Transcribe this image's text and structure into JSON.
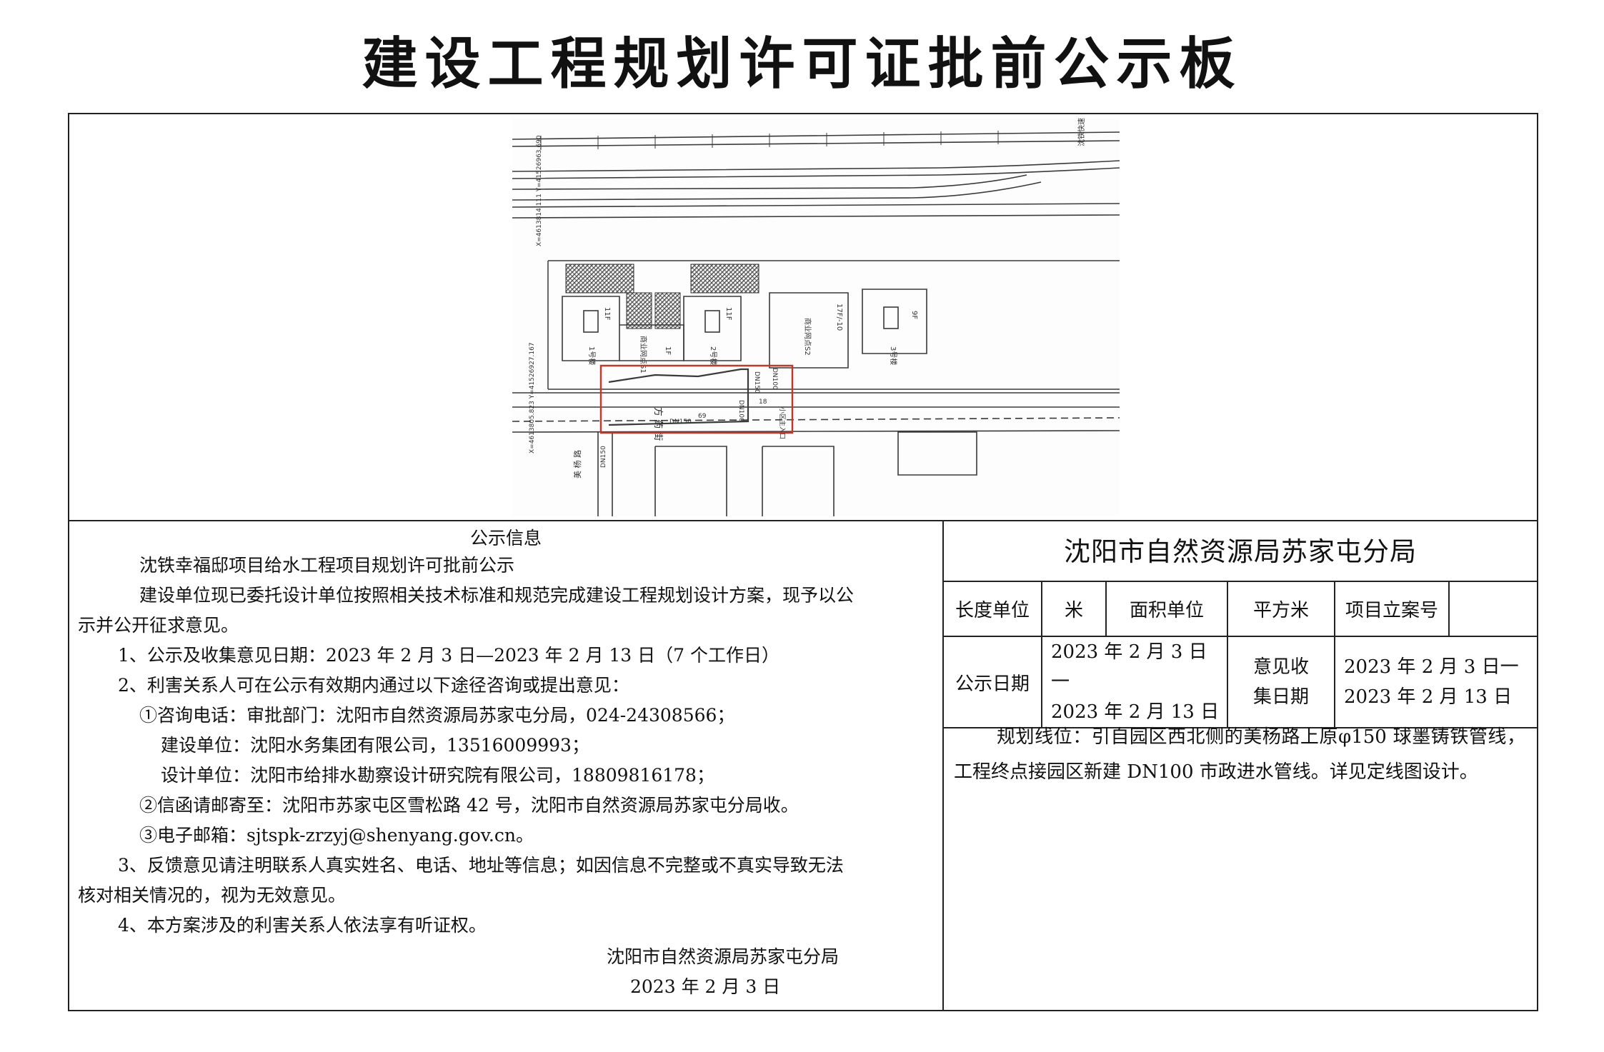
{
  "title": "建设工程规划许可证批前公示板",
  "map": {
    "labels": {
      "road_left": "美 杨 路",
      "road_center": "方 药 街",
      "bldg_1": "1号楼",
      "bldg_2": "2号楼",
      "bldg_3": "3号楼",
      "shop_1": "商业网点S1",
      "shop_2": "商业网点S2",
      "floors_11f_a": "11F",
      "floors_11f_b": "11F",
      "floors_1f": "1F",
      "floors_17f": "17F/-10",
      "floors_9f": "9F",
      "pipe_dn100": "DN100",
      "pipe_dn150_a": "DN150",
      "pipe_dn150_b": "DN150",
      "pipe_dn100_b": "DN100",
      "pipe_dn150_c": "DN150",
      "len_18": "18",
      "len_69": "69",
      "xy_top": "X=4613814.111  Y=41526963.690",
      "xy_bottom": "X=4613805.823  Y=41526927.167",
      "elev_label": "小区主入口",
      "rail_label": "沈铁快速客运专线"
    },
    "colors": {
      "highlight": "#c0392b",
      "line": "#3a3a3a",
      "hatch": "#555555"
    }
  },
  "notice": {
    "heading": "公示信息",
    "project": "沈铁幸福邸项目给水工程项目规划许可批前公示",
    "para1_line1": "建设单位现已委托设计单位按照相关技术标准和规范完成建设工程规划设计方案，现予以公",
    "para1_line2": "示并公开征求意见。",
    "item1": "1、公示及收集意见日期：2023 年 2 月 3 日—2023 年 2 月 13 日（7 个工作日）",
    "item2": "2、利害关系人可在公示有效期内通过以下途径咨询或提出意见：",
    "item2_1": "①咨询电话：审批部门：沈阳市自然资源局苏家屯分局，024-24308566；",
    "item2_1b": "建设单位：沈阳水务集团有限公司，13516009993；",
    "item2_1c": "设计单位：沈阳市给排水勘察设计研究院有限公司，18809816178；",
    "item2_2": "②信函请邮寄至：沈阳市苏家屯区雪松路 42 号，沈阳市自然资源局苏家屯分局收。",
    "item2_3": "③电子邮箱：sjtspk-zrzyj@shenyang.gov.cn。",
    "item3_line1": "3、反馈意见请注明联系人真实姓名、电话、地址等信息；如因信息不完整或不真实导致无法",
    "item3_line2": "核对相关情况的，视为无效意见。",
    "item4": "4、本方案涉及的利害关系人依法享有听证权。",
    "sign_org": "沈阳市自然资源局苏家屯分局",
    "sign_date": "2023 年 2 月 3 日"
  },
  "panel": {
    "agency": "沈阳市自然资源局苏家屯分局",
    "length_unit_label": "长度单位",
    "length_unit_value": "米",
    "area_unit_label": "面积单位",
    "area_unit_value": "平方米",
    "project_no_label": "项目立案号",
    "project_no_value": "",
    "pub_date_label": "公示日期",
    "pub_date_value_l1": "2023 年 2 月 3 日一",
    "pub_date_value_l2": "2023 年 2 月 13 日",
    "opinion_label_l1": "意见收",
    "opinion_label_l2": "集日期",
    "opinion_value_l1": "2023 年 2 月 3 日一",
    "opinion_value_l2": "2023 年 2 月 13 日",
    "route": "规划线位：引自园区西北侧的美杨路上原φ150 球墨铸铁管线，工程终点接园区新建 DN100 市政进水管线。详见定线图设计。"
  }
}
